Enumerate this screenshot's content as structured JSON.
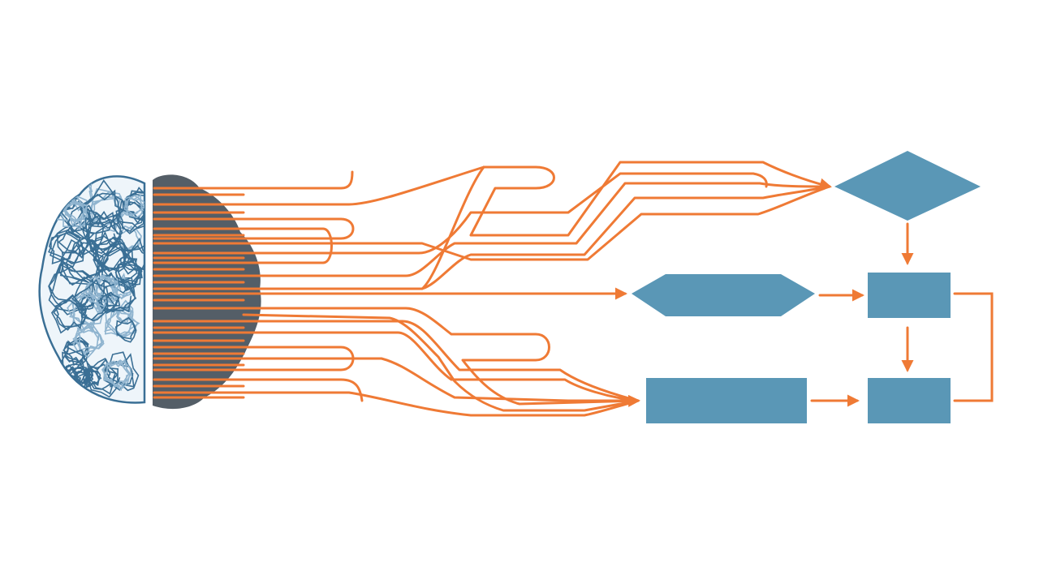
{
  "colors": {
    "background": "#ffffff",
    "brain_outline": "#3a6f95",
    "brain_fill_light": "#dce9f2",
    "brain_dark": "#545e67",
    "connector": "#ef7a35",
    "flow_shape": "#5a97b6"
  },
  "diagram": {
    "brain": {
      "left_half": "tangled-lines",
      "right_half": "solid-striped"
    },
    "flowchart": {
      "nodes": [
        {
          "id": "decision",
          "shape": "diamond"
        },
        {
          "id": "hexagon-step",
          "shape": "hexagon"
        },
        {
          "id": "process-1",
          "shape": "rectangle"
        },
        {
          "id": "process-2",
          "shape": "rectangle"
        },
        {
          "id": "wide-process",
          "shape": "rectangle"
        }
      ],
      "edges": [
        {
          "from": "decision",
          "to": "process-1"
        },
        {
          "from": "hexagon-step",
          "to": "process-1"
        },
        {
          "from": "process-1",
          "to": "process-2"
        },
        {
          "from": "wide-process",
          "to": "process-2"
        },
        {
          "from": "process-1",
          "to": "process-2",
          "style": "loop"
        }
      ]
    }
  }
}
